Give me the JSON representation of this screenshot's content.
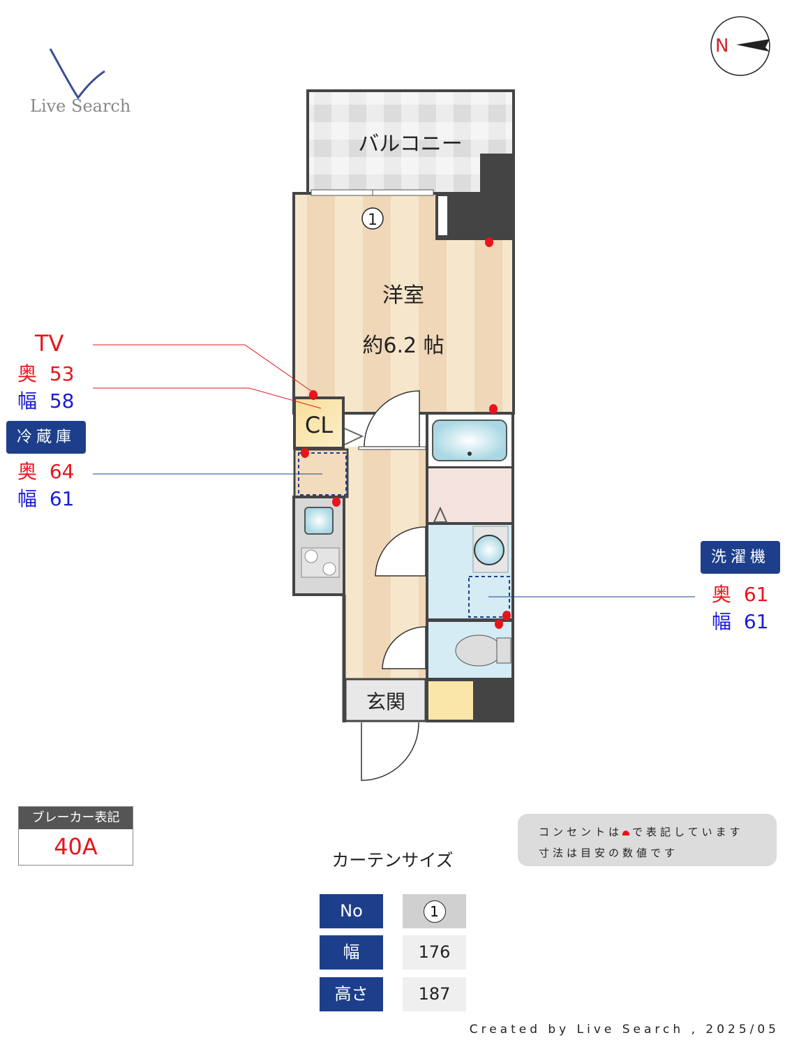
{
  "logo": {
    "text": "Live Search"
  },
  "compass": {
    "label": "N"
  },
  "plan": {
    "balcony": "バルコニー",
    "room_name": "洋室",
    "room_size": "約6.2 帖",
    "closet": "CL",
    "entrance": "玄関",
    "window_no": "1"
  },
  "tv": {
    "label": "TV",
    "depth_label": "奥",
    "depth": "53",
    "width_label": "幅",
    "width": "58"
  },
  "fridge": {
    "label": "冷蔵庫",
    "depth_label": "奥",
    "depth": "64",
    "width_label": "幅",
    "width": "61"
  },
  "washer": {
    "label": "洗濯機",
    "depth_label": "奥",
    "depth": "61",
    "width_label": "幅",
    "width": "61"
  },
  "breaker": {
    "label": "ブレーカー表記",
    "value": "40A"
  },
  "curtain": {
    "title": "カーテンサイズ",
    "rows": [
      {
        "header": "No",
        "value": "1"
      },
      {
        "header": "幅",
        "value": "176"
      },
      {
        "header": "高さ",
        "value": "187"
      }
    ]
  },
  "notes": {
    "line1_pre": "コンセントは",
    "line1_post": "で表記しています",
    "line2": "寸法は目安の数値です"
  },
  "credit": "Created by Live Search , 2025/05",
  "colors": {
    "accent_navy": "#1d3f8b",
    "outlet_red": "#e8141b",
    "wall": "#444444"
  }
}
